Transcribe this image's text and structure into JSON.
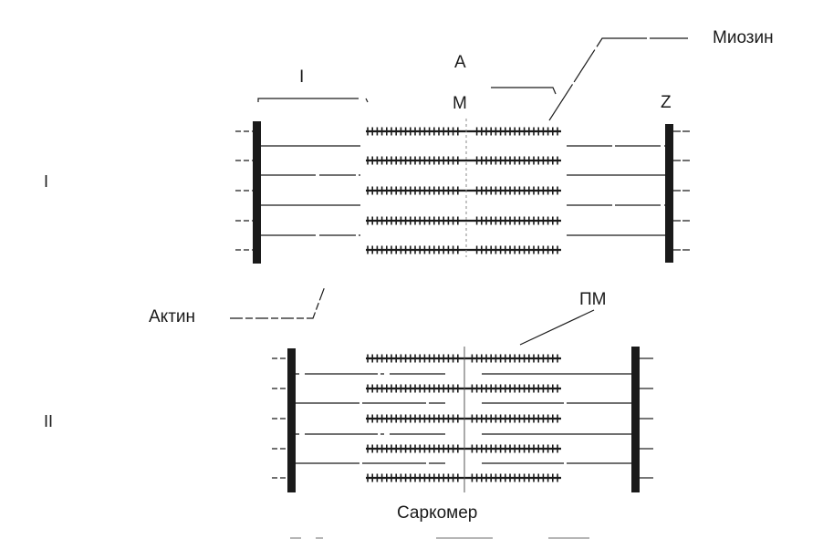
{
  "labels": {
    "myosin": "Миозин",
    "a_band": "А",
    "i_band": "I",
    "m_line": "М",
    "z_line": "Z",
    "actin": "Актин",
    "pm": "ПМ",
    "sarcomere": "Саркомер",
    "state_1": "I",
    "state_2": "II"
  },
  "colors": {
    "ink": "#1a1a1a",
    "faint": "#8a8a8a",
    "background": "#ffffff"
  }
}
